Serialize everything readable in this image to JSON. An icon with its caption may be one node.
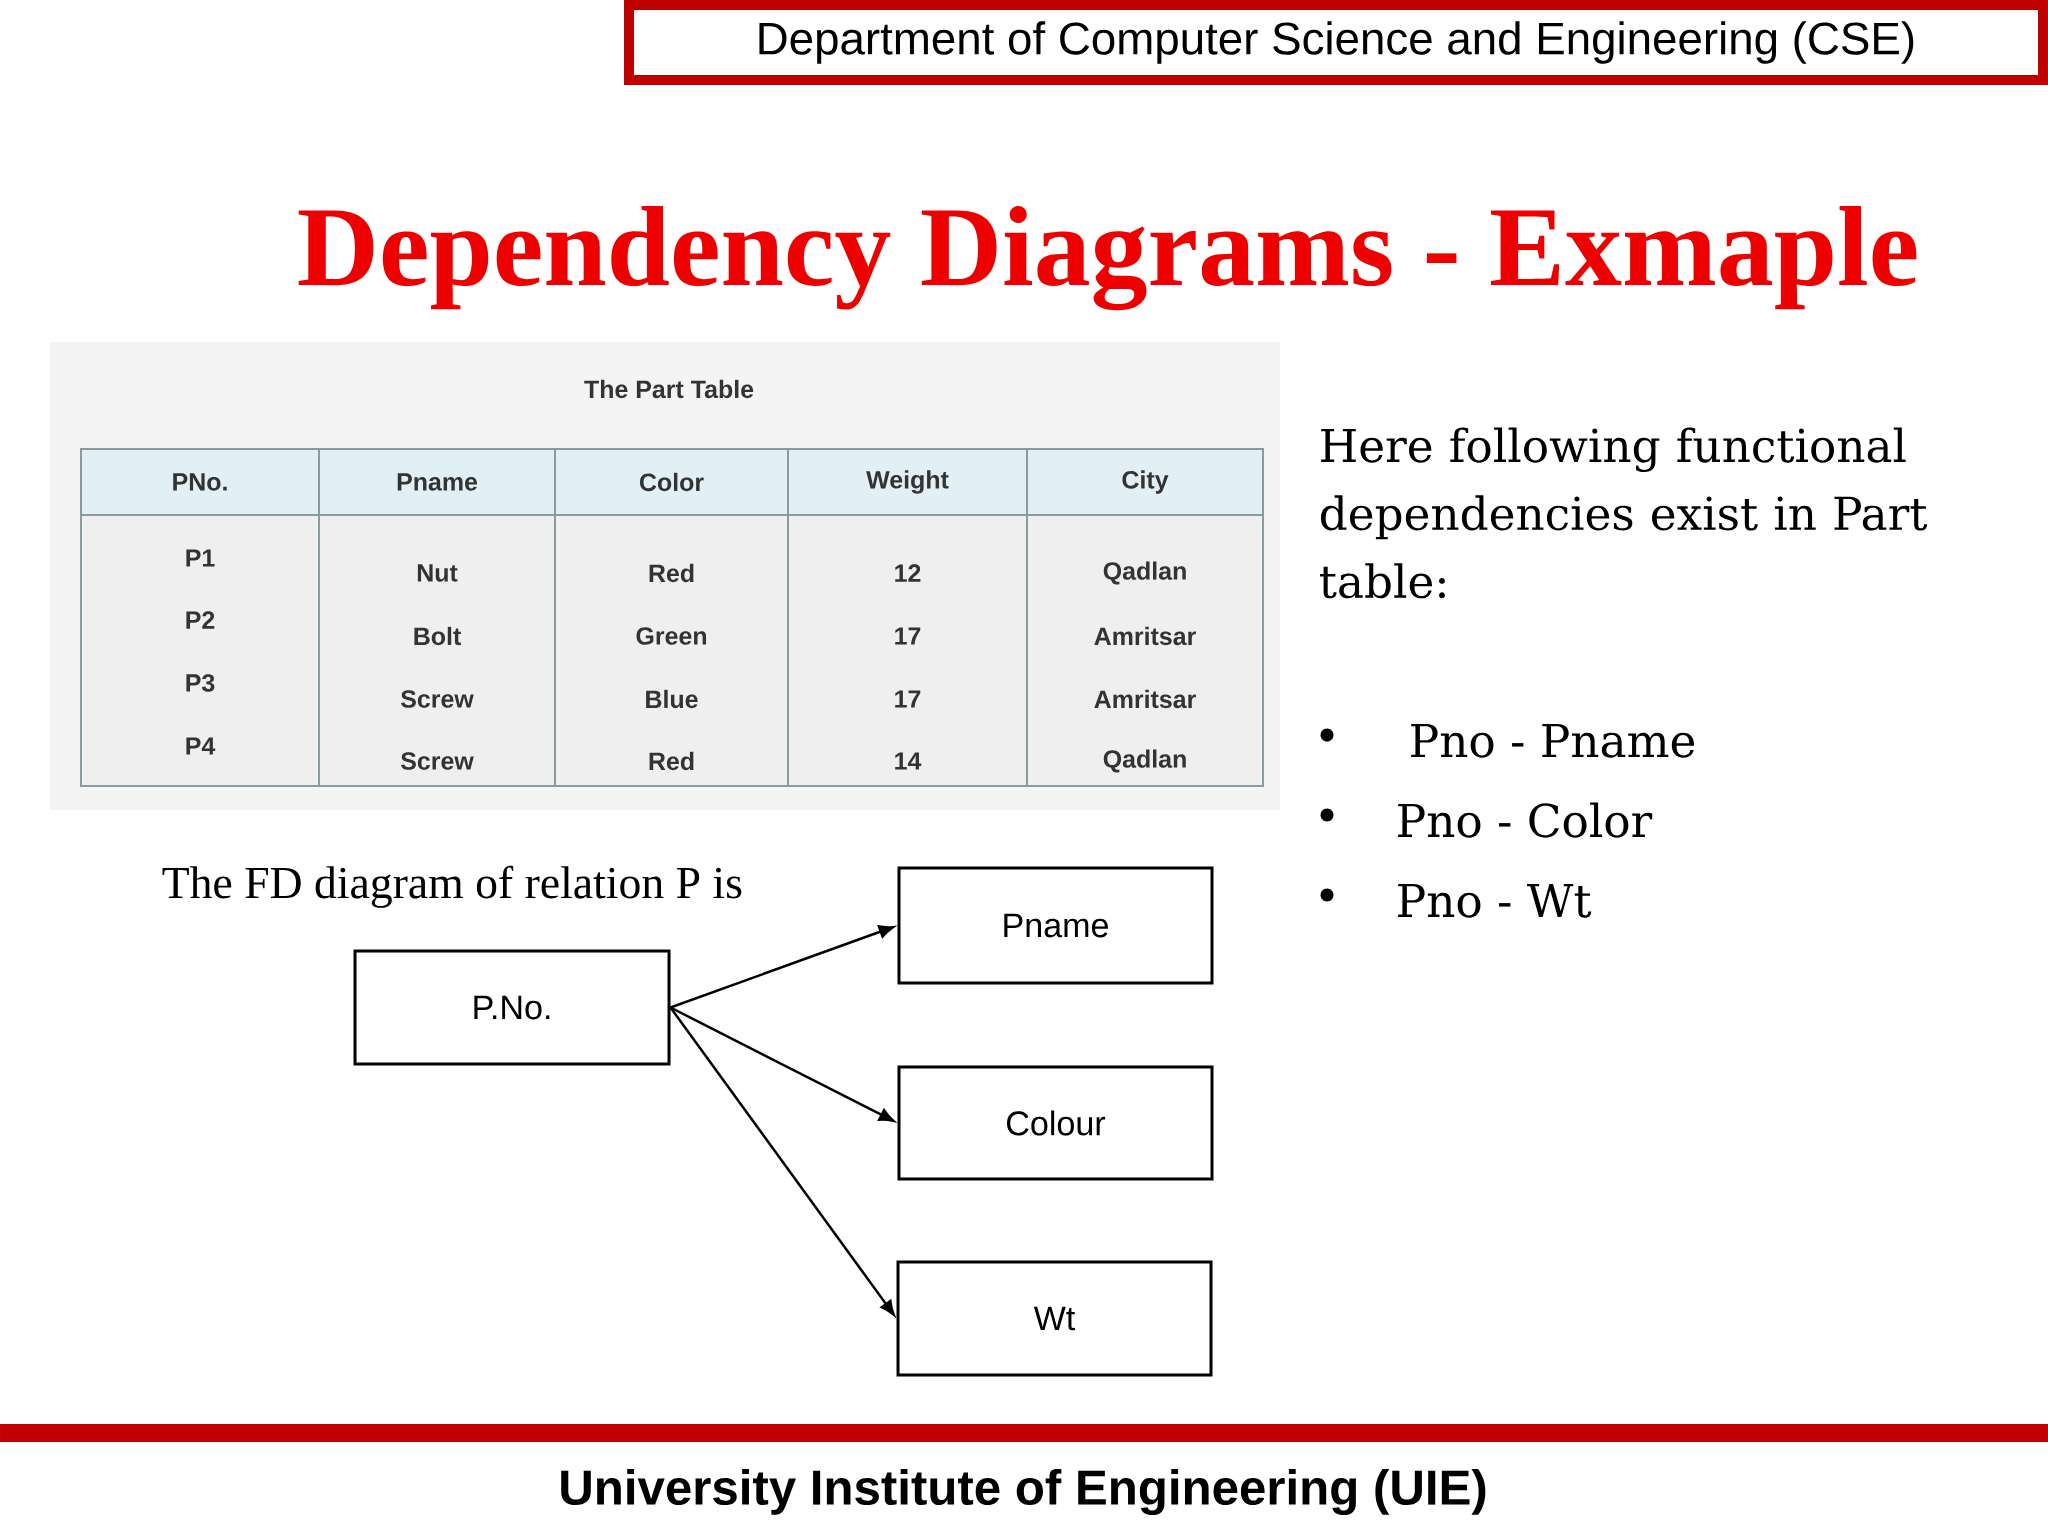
{
  "diagram": {
    "title": "Dependency Diagrams - Exmaple",
    "nodes": [
      {
        "text": [
          "Department of Computer Science and Engineering (CSE)"
        ]
      },
      {
        "text": [
          "P.No."
        ]
      },
      {
        "text": [
          "Pname"
        ]
      },
      {
        "text": [
          "Colour"
        ]
      },
      {
        "text": [
          "Wt"
        ]
      }
    ],
    "edges": [
      {
        "from": 1,
        "to": 2,
        "arrow": "to"
      },
      {
        "from": 1,
        "to": 3,
        "arrow": "to"
      },
      {
        "from": 1,
        "to": 4,
        "arrow": "to"
      }
    ],
    "labels": [
      "The Part Table",
      "PNo.",
      "Pname",
      "Color",
      "Weight",
      "City",
      "P1",
      "Nut",
      "Red",
      "12",
      "Qadlan",
      "P2",
      "Bolt",
      "Green",
      "17",
      "Amritsar",
      "P3",
      "Screw",
      "Blue",
      "17",
      "Amritsar",
      "P4",
      "Screw",
      "Red",
      "14",
      "Qadlan",
      "The FD diagram of relation P is",
      "Here following functional dependencies exist in Part table:",
      "Pno - Pname",
      "Pno - Color",
      "Pno - Wt",
      "University Institute of Engineering (UIE)"
    ]
  }
}
